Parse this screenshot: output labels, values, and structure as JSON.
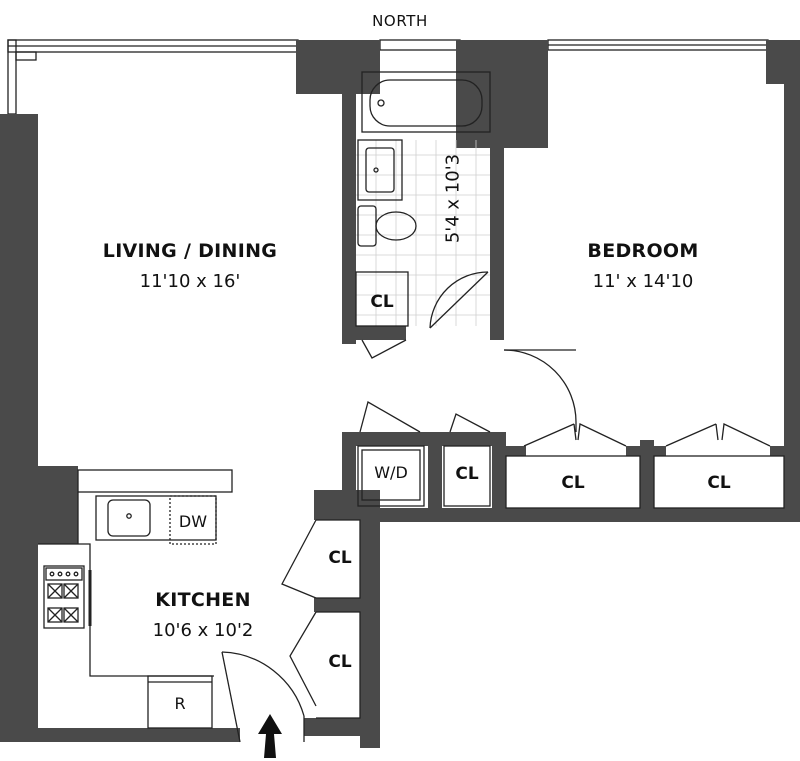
{
  "compass": "NORTH",
  "rooms": {
    "living": {
      "name": "LIVING / DINING",
      "dims": "11'10 x 16'"
    },
    "bedroom": {
      "name": "BEDROOM",
      "dims": "11' x 14'10"
    },
    "kitchen": {
      "name": "KITCHEN",
      "dims": "10'6 x 10'2"
    },
    "bath": {
      "dims": "5'4 x 10'3"
    }
  },
  "closets": {
    "label": "CL"
  },
  "appliances": {
    "washer_dryer": "W/D",
    "dishwasher": "DW",
    "refrigerator": "R"
  },
  "colors": {
    "wall": "#4a4a4a",
    "line": "#222222",
    "background": "#ffffff"
  }
}
